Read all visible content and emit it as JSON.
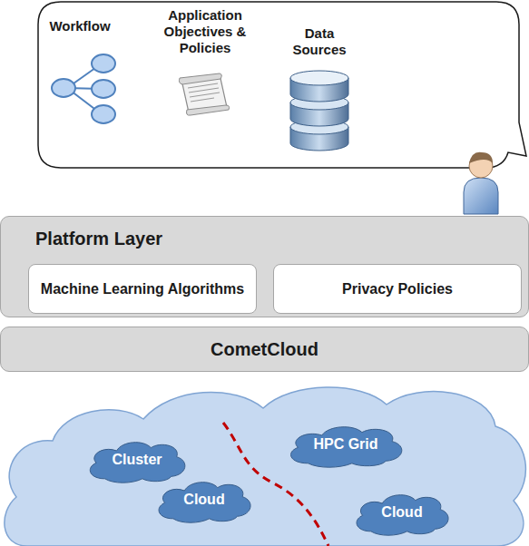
{
  "diagram": {
    "nodes": [
      {
        "text": [
          "Platform Layer"
        ]
      },
      {
        "text": [
          "Machine Learning Algorithms"
        ],
        "in": 0
      },
      {
        "text": [
          "Privacy Policies"
        ],
        "in": 0
      },
      {
        "text": [
          "CometCloud"
        ]
      },
      {
        "text": [
          "Cluster"
        ]
      },
      {
        "text": [
          "HPC Grid"
        ]
      },
      {
        "text": [
          "Cloud"
        ]
      },
      {
        "text": [
          "Cloud"
        ]
      }
    ],
    "labels": [
      "Workflow",
      "Application Objectives & Policies",
      "Data Sources"
    ]
  }
}
